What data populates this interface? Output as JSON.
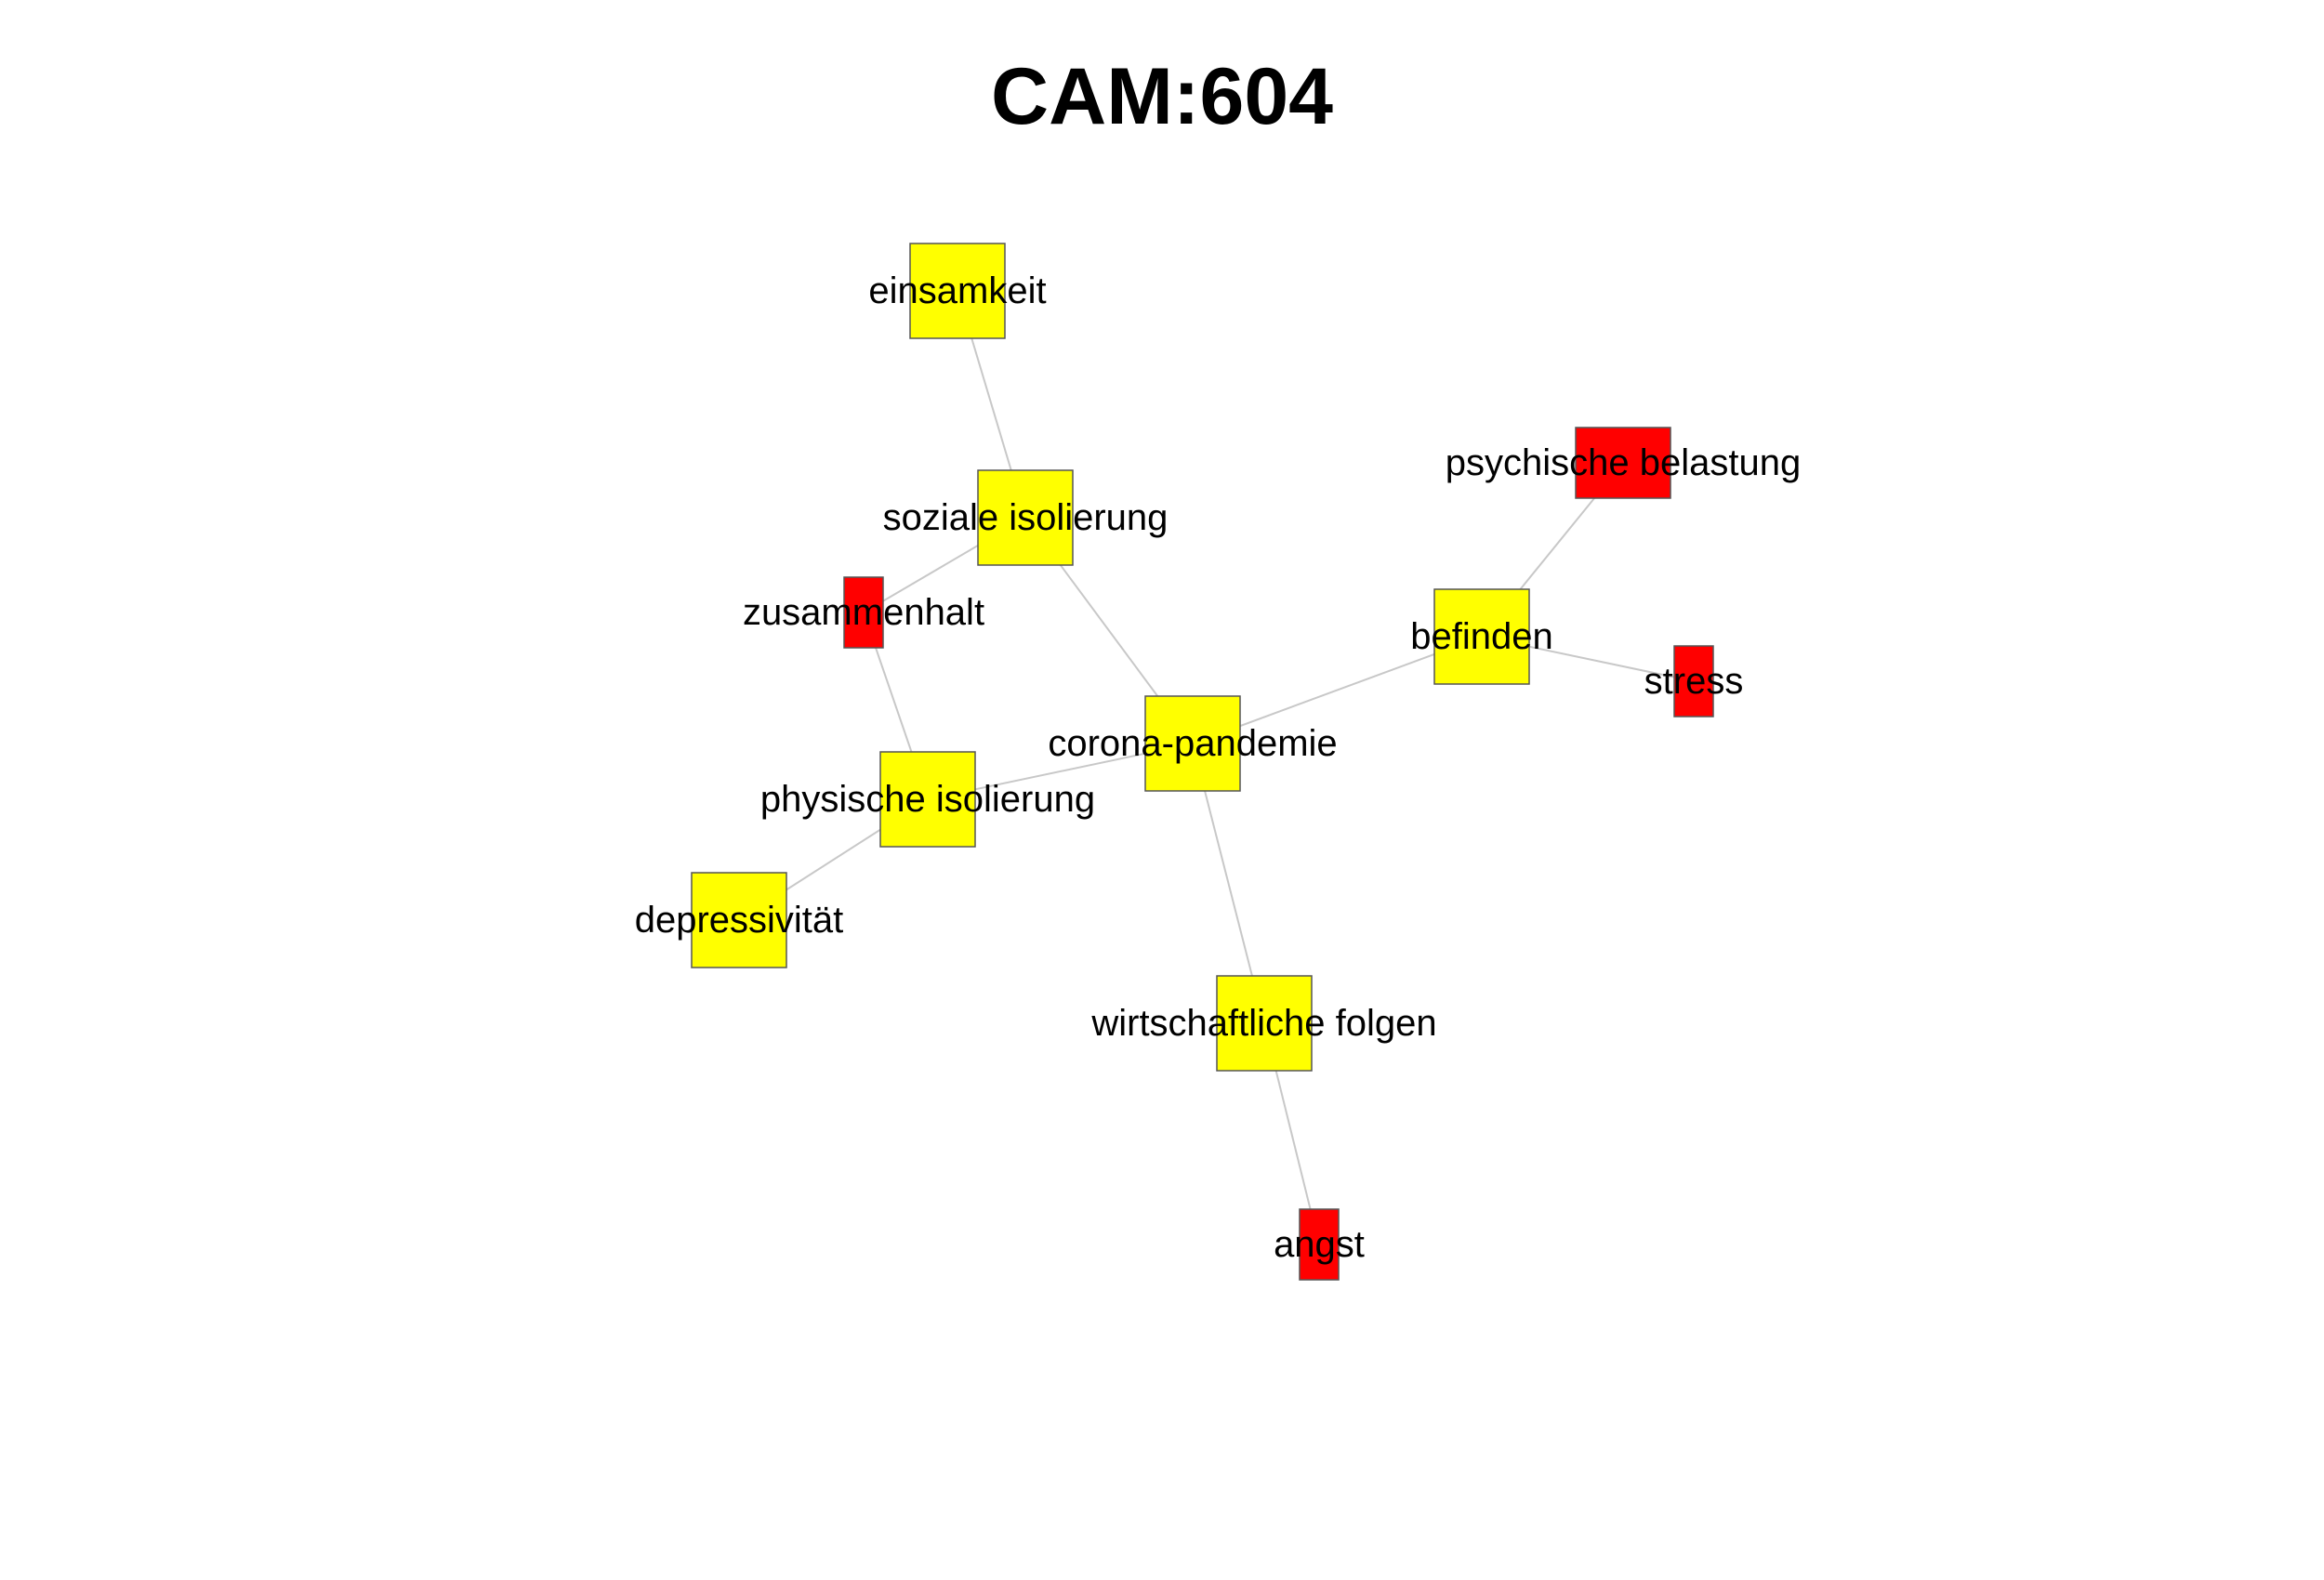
{
  "title": "CAM:604",
  "colors": {
    "positive": "#ffff00",
    "negative": "#ff0000",
    "edge": "#c8c8c8",
    "border": "#555555"
  },
  "nodes": [
    {
      "id": "einsamkeit",
      "label": "einsamkeit",
      "valence": "positive"
    },
    {
      "id": "soziale-isolierung",
      "label": "soziale isolierung",
      "valence": "positive"
    },
    {
      "id": "zusammenhalt",
      "label": "zusammenhalt",
      "valence": "negative"
    },
    {
      "id": "physische-isolierung",
      "label": "physische isolierung",
      "valence": "positive"
    },
    {
      "id": "depressivitaet",
      "label": "depressivität",
      "valence": "positive"
    },
    {
      "id": "corona-pandemie",
      "label": "corona-pandemie",
      "valence": "positive"
    },
    {
      "id": "befinden",
      "label": "befinden",
      "valence": "positive"
    },
    {
      "id": "psychische-belastung",
      "label": "psychische belastung",
      "valence": "negative"
    },
    {
      "id": "stress",
      "label": "stress",
      "valence": "negative"
    },
    {
      "id": "wirtschaftliche-folgen",
      "label": "wirtschaftliche folgen",
      "valence": "positive"
    },
    {
      "id": "angst",
      "label": "angst",
      "valence": "negative"
    }
  ],
  "edges": [
    {
      "from": "einsamkeit",
      "to": "soziale-isolierung"
    },
    {
      "from": "soziale-isolierung",
      "to": "zusammenhalt"
    },
    {
      "from": "soziale-isolierung",
      "to": "corona-pandemie"
    },
    {
      "from": "zusammenhalt",
      "to": "physische-isolierung"
    },
    {
      "from": "physische-isolierung",
      "to": "corona-pandemie"
    },
    {
      "from": "physische-isolierung",
      "to": "depressivitaet"
    },
    {
      "from": "corona-pandemie",
      "to": "befinden"
    },
    {
      "from": "befinden",
      "to": "psychische-belastung"
    },
    {
      "from": "befinden",
      "to": "stress"
    },
    {
      "from": "corona-pandemie",
      "to": "wirtschaftliche-folgen"
    },
    {
      "from": "wirtschaftliche-folgen",
      "to": "angst"
    }
  ]
}
